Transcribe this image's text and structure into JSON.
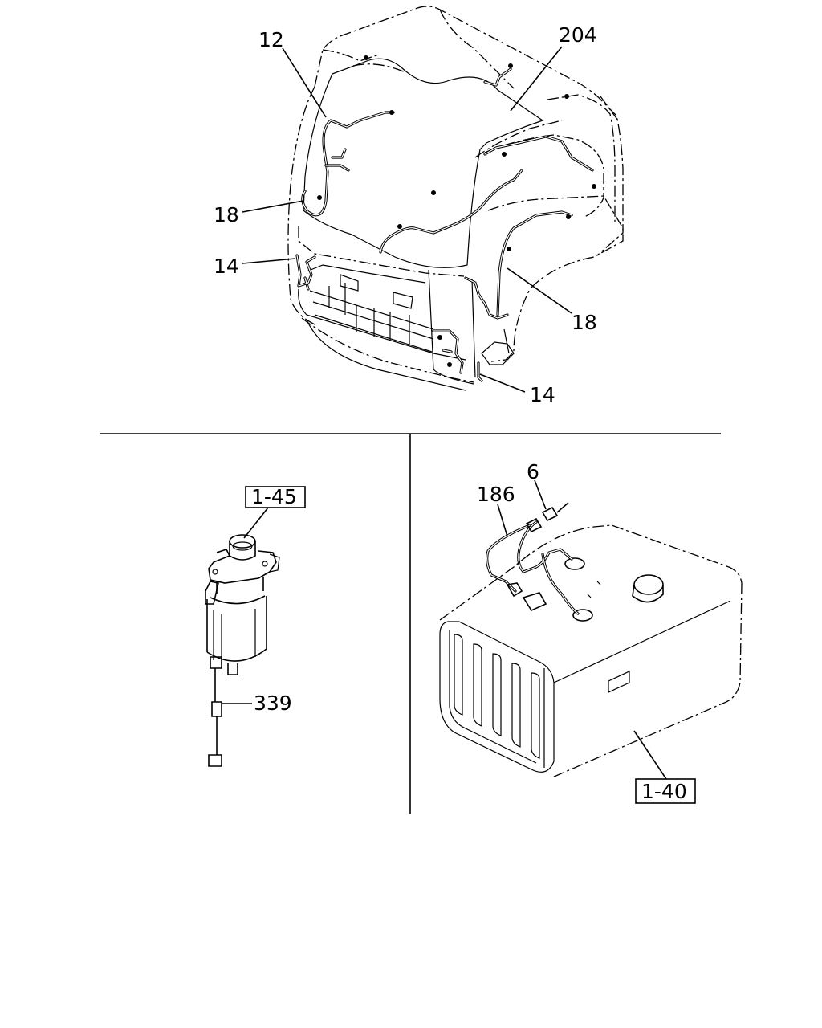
{
  "callouts": {
    "c12": "12",
    "c204": "204",
    "c18_left": "18",
    "c18_right": "18",
    "c14_left": "14",
    "c14_right": "14",
    "c1_45": "1-45",
    "c339": "339",
    "c186": "186",
    "c6": "6",
    "c1_40": "1-40"
  }
}
